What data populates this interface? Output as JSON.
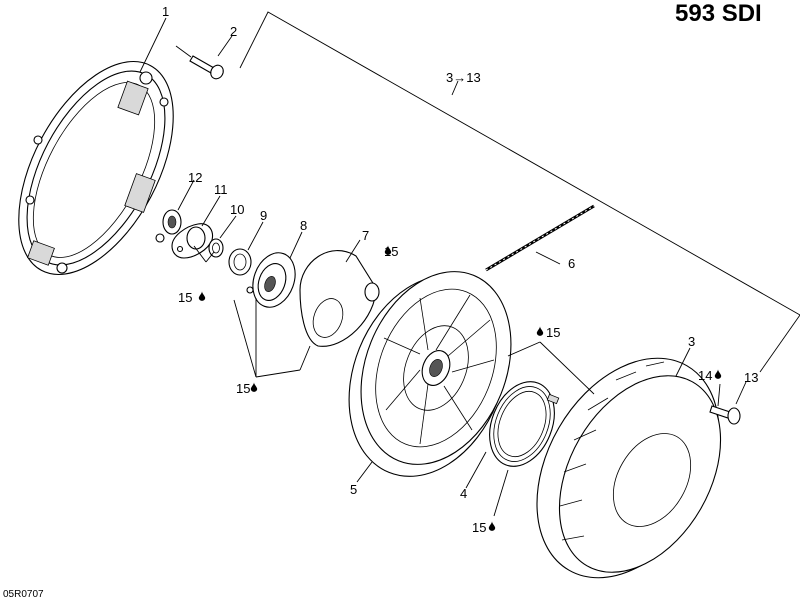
{
  "title": "593 SDI",
  "drawing_code": "05R0707",
  "callouts": {
    "p1": "1",
    "p2": "2",
    "range": "3→13",
    "p12": "12",
    "p11": "11",
    "p10": "10",
    "p9": "9",
    "p8": "8",
    "p7": "7",
    "p6": "6",
    "p5": "5",
    "p4": "4",
    "p3": "3",
    "p13": "13"
  },
  "lubricant_marks": {
    "grease_15_a": "15",
    "grease_15_b": "15",
    "grease_15_c": "15",
    "grease_15_d": "15",
    "grease_15_e": "15",
    "grease_14": "14"
  },
  "icons": {
    "lubricant": "oil-drop-icon"
  }
}
